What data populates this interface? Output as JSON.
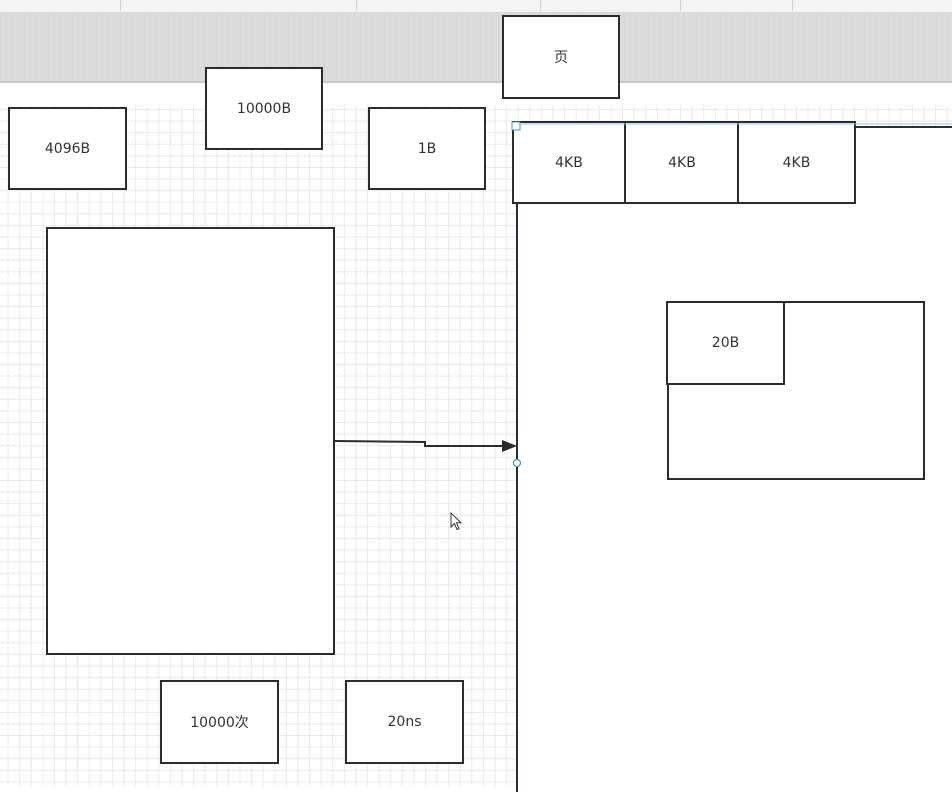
{
  "diagram": {
    "page_label": "页",
    "size_4096b": "4096B",
    "size_10000b": "10000B",
    "size_1b": "1B",
    "pages": [
      "4KB",
      "4KB",
      "4KB"
    ],
    "record_20b": "20B",
    "count_label": "10000次",
    "latency_label": "20ns"
  }
}
